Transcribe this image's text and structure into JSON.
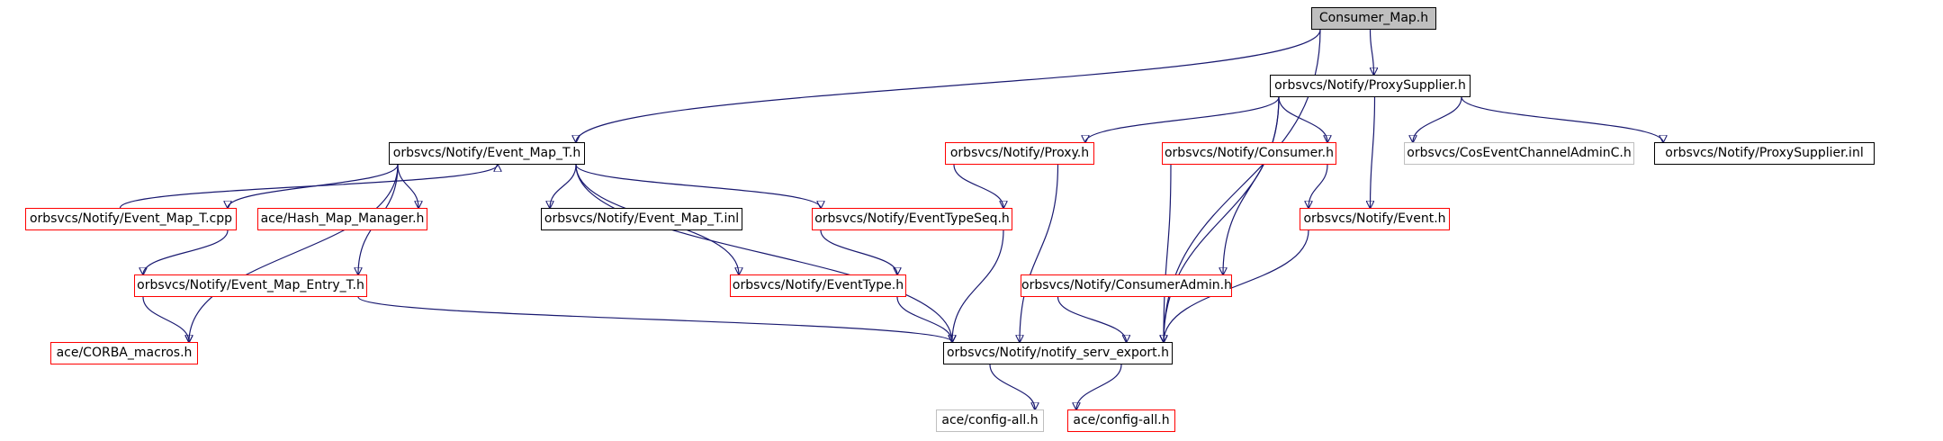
{
  "colors": {
    "edge": "#191970",
    "missing_border": "#ff0000",
    "documented_border": "#000000",
    "external_border": "#bfbfbf",
    "root_fill": "#bfbfbf"
  },
  "nodes": {
    "consumer_map": {
      "label": "Consumer_Map.h",
      "kind": "root"
    },
    "proxy_supplier": {
      "label": "orbsvcs/Notify/ProxySupplier.h",
      "kind": "documented"
    },
    "event_map_t": {
      "label": "orbsvcs/Notify/Event_Map_T.h",
      "kind": "documented"
    },
    "proxy": {
      "label": "orbsvcs/Notify/Proxy.h",
      "kind": "missing"
    },
    "consumer": {
      "label": "orbsvcs/Notify/Consumer.h",
      "kind": "missing"
    },
    "cos_event_channel": {
      "label": "orbsvcs/CosEventChannelAdminC.h",
      "kind": "external"
    },
    "proxy_supplier_inl": {
      "label": "orbsvcs/Notify/ProxySupplier.inl",
      "kind": "documented"
    },
    "event_map_t_cpp": {
      "label": "orbsvcs/Notify/Event_Map_T.cpp",
      "kind": "missing"
    },
    "hash_map_manager": {
      "label": "ace/Hash_Map_Manager.h",
      "kind": "missing"
    },
    "event_map_t_inl": {
      "label": "orbsvcs/Notify/Event_Map_T.inl",
      "kind": "documented"
    },
    "event_type_seq": {
      "label": "orbsvcs/Notify/EventTypeSeq.h",
      "kind": "missing"
    },
    "event": {
      "label": "orbsvcs/Notify/Event.h",
      "kind": "missing"
    },
    "event_map_entry_t": {
      "label": "orbsvcs/Notify/Event_Map_Entry_T.h",
      "kind": "missing"
    },
    "event_type": {
      "label": "orbsvcs/Notify/EventType.h",
      "kind": "missing"
    },
    "consumer_admin": {
      "label": "orbsvcs/Notify/ConsumerAdmin.h",
      "kind": "missing"
    },
    "corba_macros": {
      "label": "ace/CORBA_macros.h",
      "kind": "missing"
    },
    "notify_serv_export": {
      "label": "orbsvcs/Notify/notify_serv_export.h",
      "kind": "documented"
    },
    "config_all_gray": {
      "label": "ace/config-all.h",
      "kind": "external"
    },
    "config_all_red": {
      "label": "ace/config-all.h",
      "kind": "missing"
    }
  },
  "edges": [
    {
      "from": "consumer_map",
      "to": "proxy_supplier"
    },
    {
      "from": "consumer_map",
      "to": "event_map_t"
    },
    {
      "from": "consumer_map",
      "to": "notify_serv_export"
    },
    {
      "from": "proxy_supplier",
      "to": "proxy"
    },
    {
      "from": "proxy_supplier",
      "to": "consumer"
    },
    {
      "from": "proxy_supplier",
      "to": "cos_event_channel"
    },
    {
      "from": "proxy_supplier",
      "to": "proxy_supplier_inl"
    },
    {
      "from": "proxy_supplier",
      "to": "event"
    },
    {
      "from": "proxy_supplier",
      "to": "consumer_admin"
    },
    {
      "from": "proxy_supplier",
      "to": "notify_serv_export"
    },
    {
      "from": "event_map_t",
      "to": "event_map_t_cpp"
    },
    {
      "from": "event_map_t",
      "to": "hash_map_manager"
    },
    {
      "from": "event_map_t",
      "to": "event_map_t_inl"
    },
    {
      "from": "event_map_t",
      "to": "event_type_seq"
    },
    {
      "from": "event_map_t",
      "to": "event_map_entry_t"
    },
    {
      "from": "event_map_t",
      "to": "event_type"
    },
    {
      "from": "event_map_t",
      "to": "corba_macros"
    },
    {
      "from": "event_map_t",
      "to": "notify_serv_export"
    },
    {
      "from": "event_map_t_cpp",
      "to": "event_map_t"
    },
    {
      "from": "event_map_t_cpp",
      "to": "event_map_entry_t"
    },
    {
      "from": "proxy",
      "to": "event_type_seq"
    },
    {
      "from": "proxy",
      "to": "notify_serv_export"
    },
    {
      "from": "consumer",
      "to": "event"
    },
    {
      "from": "consumer",
      "to": "notify_serv_export"
    },
    {
      "from": "event_type_seq",
      "to": "event_type"
    },
    {
      "from": "event_type_seq",
      "to": "notify_serv_export"
    },
    {
      "from": "event",
      "to": "notify_serv_export"
    },
    {
      "from": "event_map_entry_t",
      "to": "corba_macros"
    },
    {
      "from": "event_map_entry_t",
      "to": "notify_serv_export"
    },
    {
      "from": "event_type",
      "to": "notify_serv_export"
    },
    {
      "from": "consumer_admin",
      "to": "notify_serv_export"
    },
    {
      "from": "notify_serv_export",
      "to": "config_all_gray"
    },
    {
      "from": "notify_serv_export",
      "to": "config_all_red"
    }
  ]
}
